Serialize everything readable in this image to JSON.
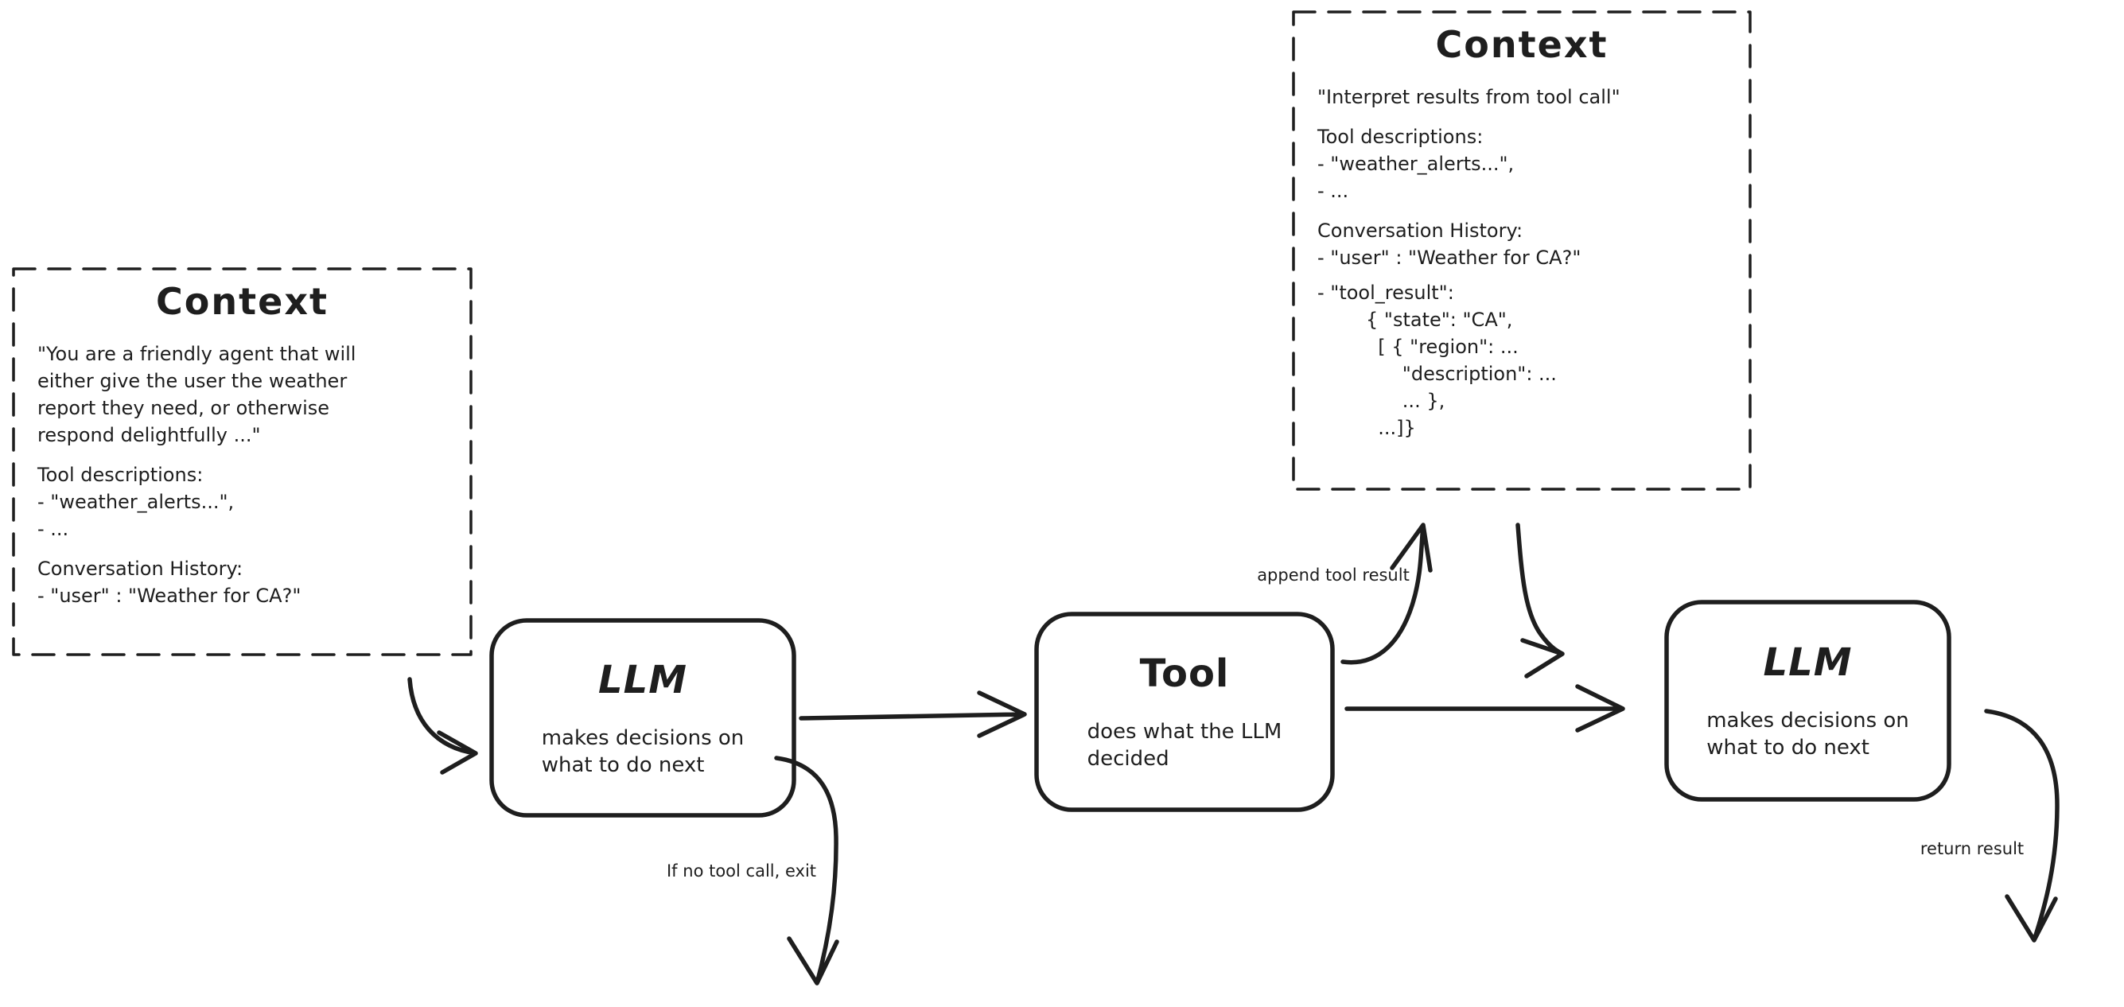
{
  "canvas": {
    "background": "#ffffff",
    "ink": "#1e1e1e"
  },
  "context_left": {
    "title": "Context",
    "system_prompt_lines": [
      "\"You are a friendly agent that will",
      "either give the user the weather",
      "report they need, or otherwise",
      "respond delightfully ...\""
    ],
    "tool_heading": "Tool descriptions:",
    "tool_items": [
      "- \"weather_alerts...\",",
      "- ..."
    ],
    "conv_heading": "Conversation History:",
    "conv_items": [
      "- \"user\" : \"Weather for CA?\""
    ]
  },
  "context_top": {
    "title": "Context",
    "system_prompt_lines": [
      "\"Interpret results from tool call\""
    ],
    "tool_heading": "Tool descriptions:",
    "tool_items": [
      "- \"weather_alerts...\",",
      "- ..."
    ],
    "conv_heading": "Conversation History:",
    "conv_items": [
      "- \"user\" : \"Weather for CA?\""
    ],
    "tool_result_lines": [
      "- \"tool_result\":",
      "        { \"state\": \"CA\",",
      "          [ { \"region\": ...",
      "              \"description\": ...",
      "              ... },",
      "          ...]}"
    ]
  },
  "nodes": {
    "llm1": {
      "title": "LLM",
      "subtitle_lines": [
        "makes decisions on",
        "what to do next"
      ]
    },
    "tool": {
      "title": "Tool",
      "subtitle_lines": [
        "does what the LLM",
        "decided"
      ]
    },
    "llm2": {
      "title": "LLM",
      "subtitle_lines": [
        "makes decisions on",
        "what to do next"
      ]
    }
  },
  "labels": {
    "append": "append tool result",
    "exit": "If no tool call, exit",
    "return": "return result"
  }
}
